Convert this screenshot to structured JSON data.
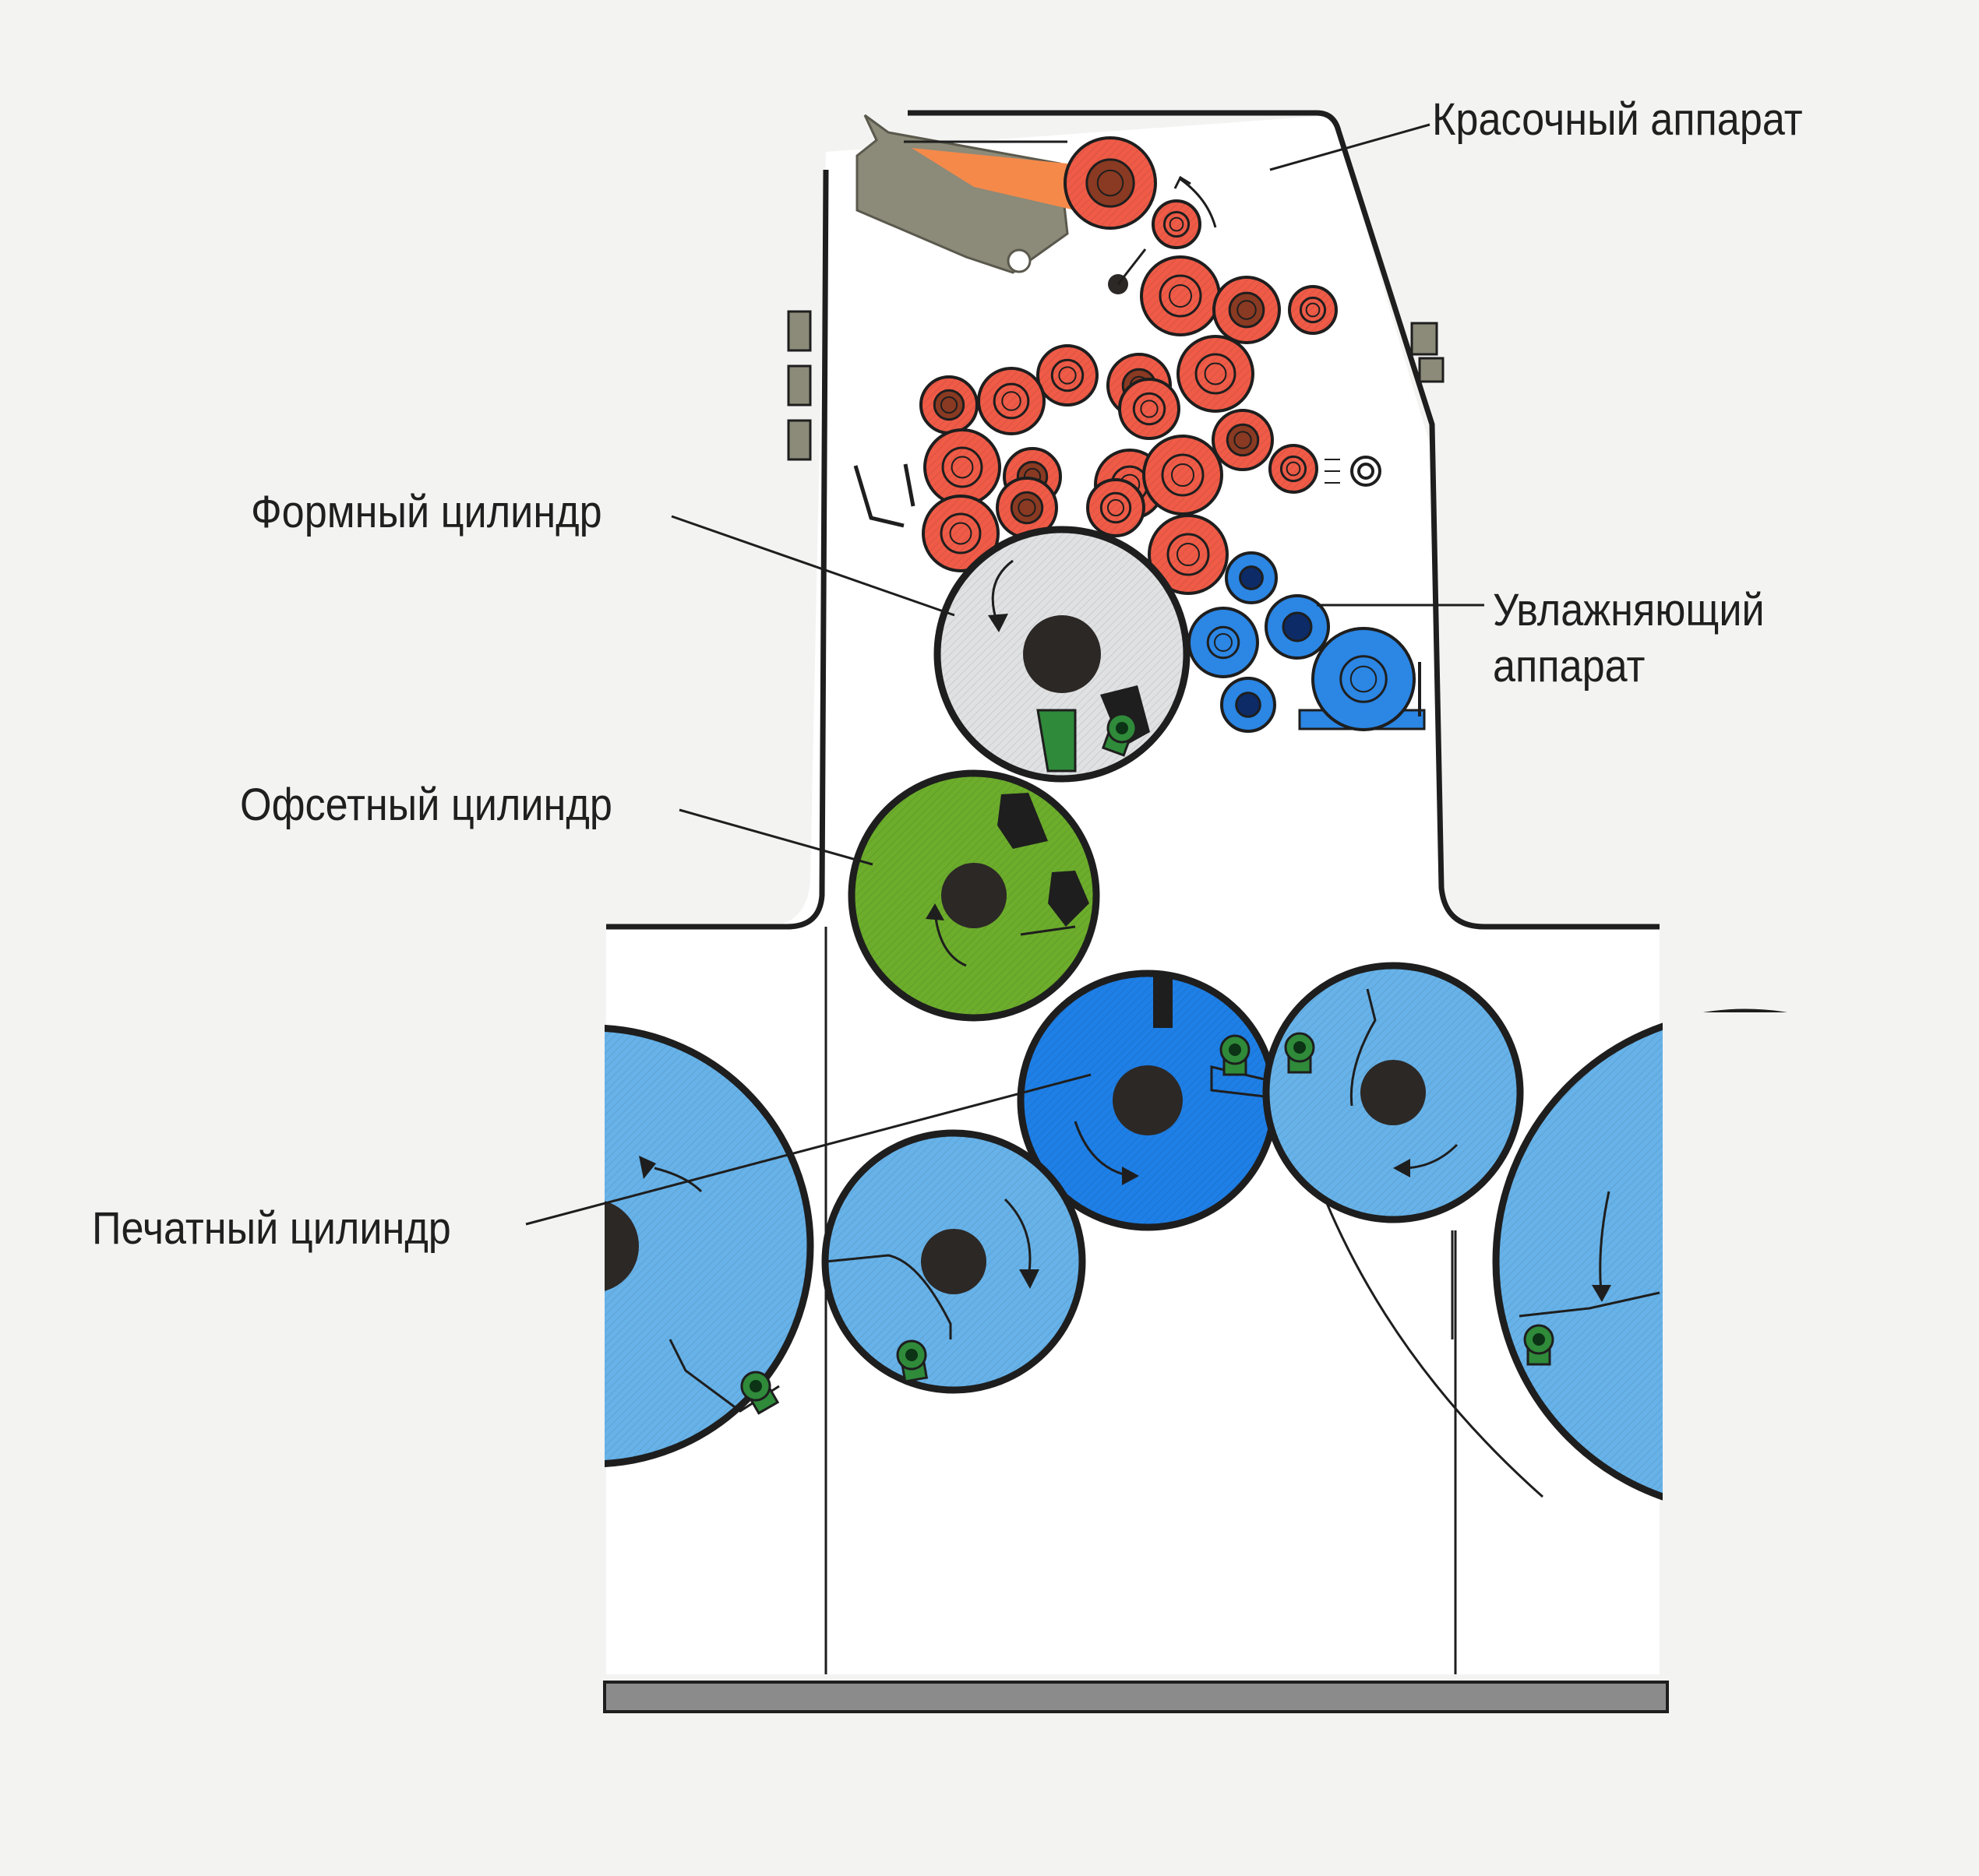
{
  "labels": {
    "ink_unit": "Красочный аппарат",
    "plate_cylinder": "Формный цилиндр",
    "dampening_unit_line1": "Увлажняющий",
    "dampening_unit_line2": "аппарат",
    "blanket_cylinder": "Офсетный цилиндр",
    "impression_cylinder": "Печатный цилиндр"
  },
  "colors": {
    "background": "#f3f4f2",
    "frame": "#ffffff",
    "outline": "#1e1e1e",
    "ink_roller": "#ef5b47",
    "ink_fountain": "#8c8a78",
    "ink_in_fountain": "#f5894a",
    "dampening_roller": "#2b86e4",
    "plate_cylinder": "#dfe1e2",
    "blanket_cylinder": "#6cad2c",
    "impression_cylinder": "#1e7fe6",
    "transfer_cylinder": "#67b2e8",
    "gripper": "#2f8a3a",
    "hub": "#2c2826"
  }
}
